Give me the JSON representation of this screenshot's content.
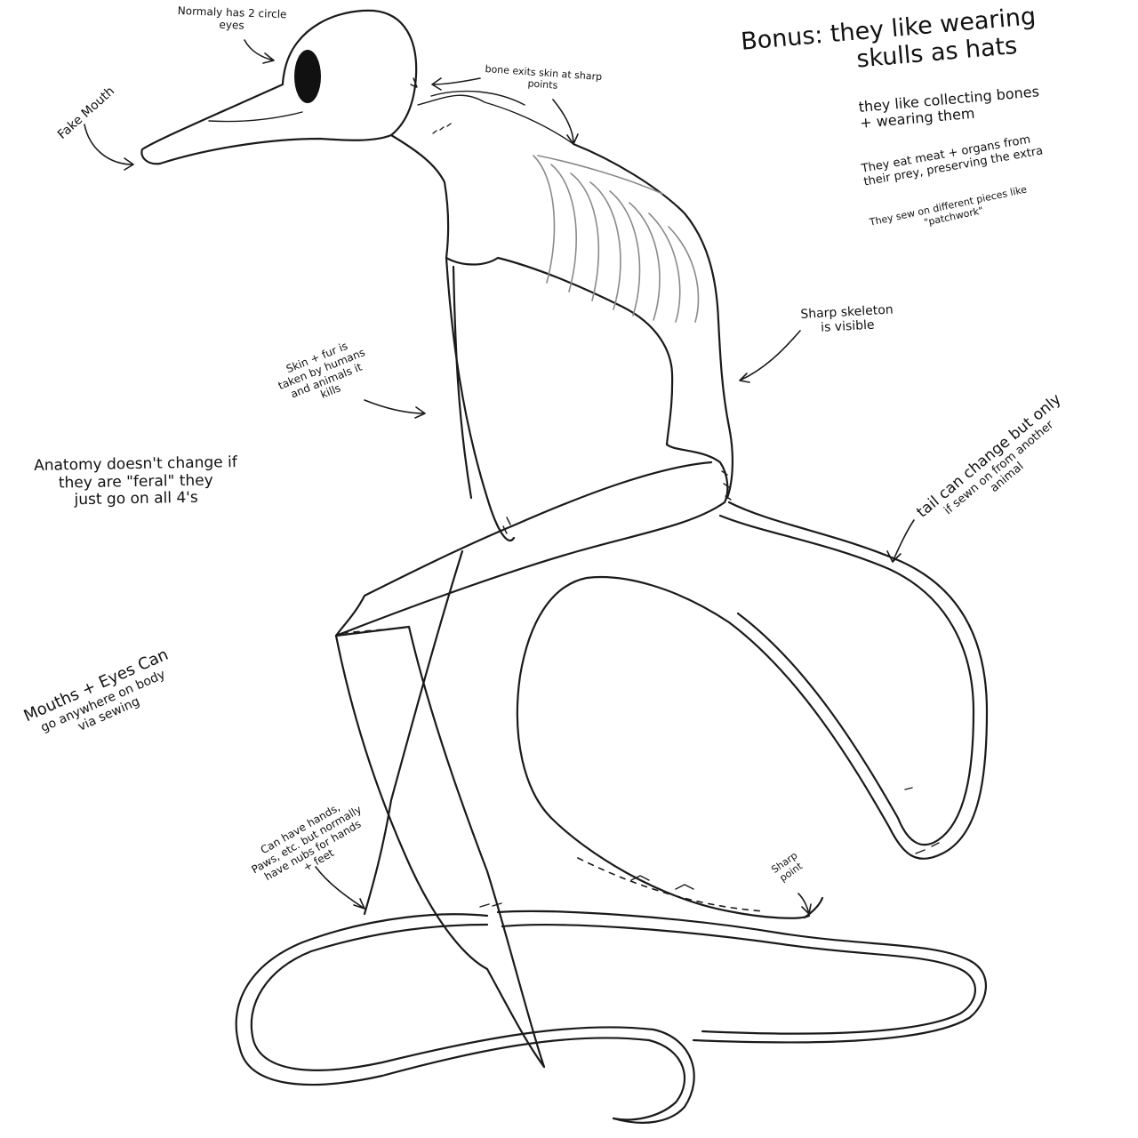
{
  "annotations": {
    "eyes": [
      "Normaly has 2 circle",
      "eyes"
    ],
    "fake_mouth": "Fake Mouth",
    "bone_exits": [
      "bone exits  skin at sharp",
      "points"
    ],
    "bonus": [
      "Bonus:  they like wearing",
      "skulls as hats"
    ],
    "collecting": [
      "they like collecting bones",
      "+ wearing them"
    ],
    "eat": [
      "They eat meat + organs from",
      "their prey, preserving the extra"
    ],
    "sew": [
      "They sew on different pieces like",
      "\"patchwork\""
    ],
    "sharp_skeleton": [
      "Sharp skeleton",
      "is visible"
    ],
    "skin_fur": [
      "Skin + fur is",
      "taken by humans",
      "and animals it",
      "kills"
    ],
    "anatomy": [
      "Anatomy doesn't change if",
      "they are \"feral\" they",
      "just go on all 4's"
    ],
    "tail": [
      "tail can change but only",
      "if sewn on from another",
      "animal"
    ],
    "mouths_eyes": [
      "Mouths + Eyes Can",
      "go anywhere on body",
      "via sewing"
    ],
    "hands": [
      "Can have hands,",
      "Paws, etc. but normally",
      "have nubs for hands",
      "+ feet"
    ],
    "sharp_point": [
      "Sharp",
      "point"
    ]
  },
  "colors": {
    "ink": "#1a1a1a",
    "rib_shading": "#8a8a8a",
    "background": "#ffffff"
  },
  "icons": [
    "creature-drawing",
    "pointer-arrow"
  ]
}
